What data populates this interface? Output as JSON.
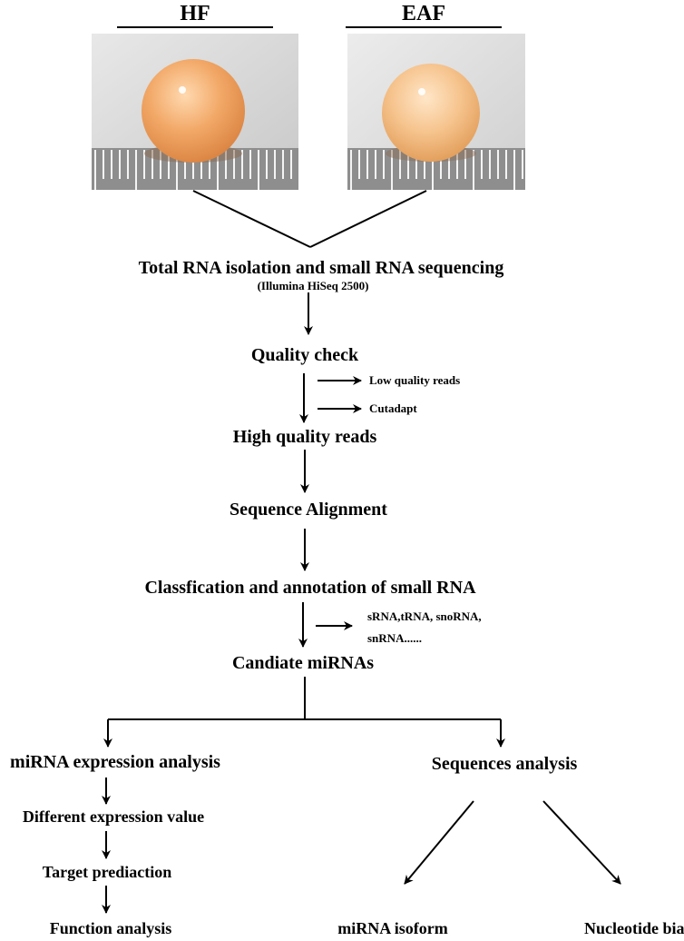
{
  "headers": {
    "left": "HF",
    "right": "EAF"
  },
  "steps": {
    "s1": "Total RNA isolation and small RNA sequencing",
    "s1_sub": "(Illumina HiSeq 2500)",
    "s2": "Quality check",
    "s2_side1": "Low quality reads",
    "s2_side2": "Cutadapt",
    "s3": "High quality reads",
    "s4": "Sequence Alignment",
    "s5": "Classfication and annotation of small RNA",
    "s5_side1": "sRNA,tRNA, snoRNA,",
    "s5_side2": "snRNA......",
    "s6": "Candiate miRNAs"
  },
  "left_branch": {
    "b1": "miRNA expression analysis",
    "b2": "Different expression value",
    "b3": "Target prediaction",
    "b4": "Function analysis"
  },
  "right_branch": {
    "r1": "Sequences analysis",
    "r2": "miRNA isoform",
    "r3": "Nucleotide bia"
  },
  "colors": {
    "ink": "#000000",
    "ruler": "#9a9a9a",
    "sample_hf": "#f0a668",
    "sample_eaf": "#f5c48e"
  }
}
